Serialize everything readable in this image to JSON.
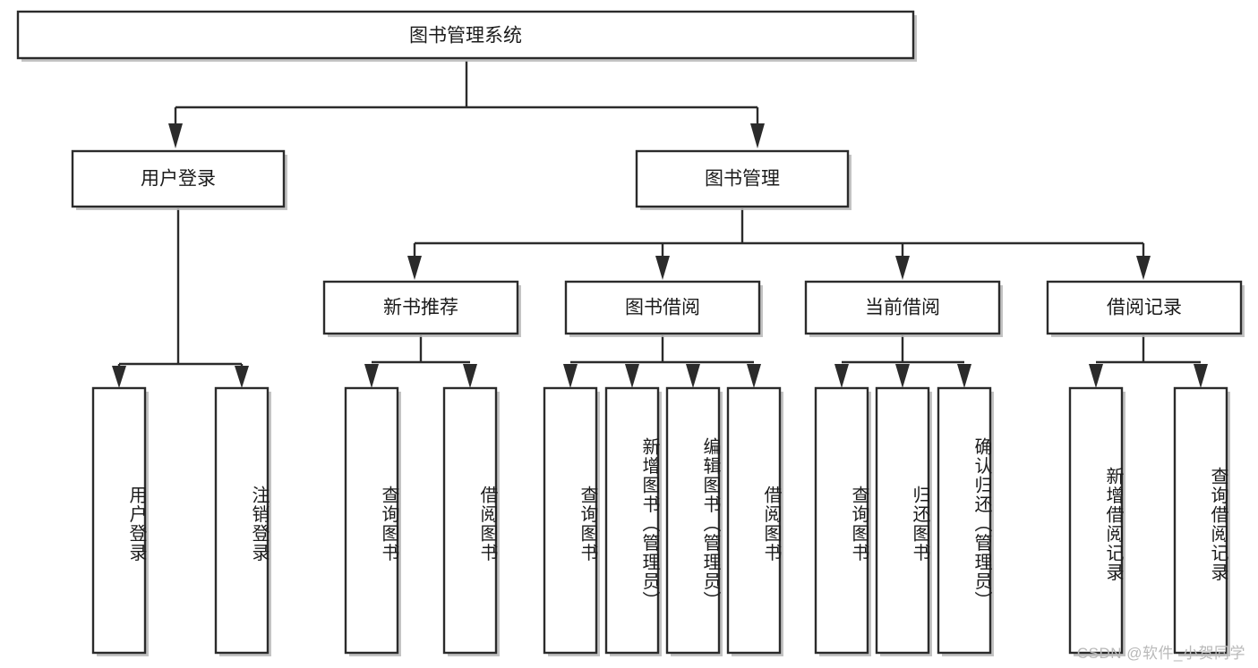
{
  "diagram": {
    "type": "tree",
    "title": "图书管理系统",
    "watermark": "CSDN @软件_小贺同学",
    "root": {
      "id": "root",
      "label": "图书管理系统",
      "orientation": "horizontal"
    },
    "level2": [
      {
        "id": "user-login",
        "label": "用户登录",
        "orientation": "horizontal"
      },
      {
        "id": "book-manage",
        "label": "图书管理",
        "orientation": "horizontal"
      }
    ],
    "level3": [
      {
        "id": "new-book-rec",
        "label": "新书推荐",
        "orientation": "horizontal",
        "parent": "book-manage"
      },
      {
        "id": "book-borrow",
        "label": "图书借阅",
        "orientation": "horizontal",
        "parent": "book-manage"
      },
      {
        "id": "current-borrow",
        "label": "当前借阅",
        "orientation": "horizontal",
        "parent": "book-manage"
      },
      {
        "id": "borrow-record",
        "label": "借阅记录",
        "orientation": "horizontal",
        "parent": "book-manage"
      }
    ],
    "leaves": [
      {
        "id": "leaf-user-login",
        "label": "用户登录",
        "orientation": "vertical",
        "parent": "user-login"
      },
      {
        "id": "leaf-user-logout",
        "label": "注销登录",
        "orientation": "vertical",
        "parent": "user-login"
      },
      {
        "id": "leaf-query-book-1",
        "label": "查询图书",
        "orientation": "vertical",
        "parent": "new-book-rec"
      },
      {
        "id": "leaf-borrow-book-1",
        "label": "借阅图书",
        "orientation": "vertical",
        "parent": "new-book-rec"
      },
      {
        "id": "leaf-query-book-2",
        "label": "查询图书",
        "orientation": "vertical",
        "parent": "book-borrow"
      },
      {
        "id": "leaf-add-book",
        "label": "新增图书（管理员）",
        "orientation": "vertical",
        "parent": "book-borrow"
      },
      {
        "id": "leaf-edit-book",
        "label": "编辑图书（管理员）",
        "orientation": "vertical",
        "parent": "book-borrow"
      },
      {
        "id": "leaf-borrow-book-2",
        "label": "借阅图书",
        "orientation": "vertical",
        "parent": "book-borrow"
      },
      {
        "id": "leaf-query-book-3",
        "label": "查询图书",
        "orientation": "vertical",
        "parent": "current-borrow"
      },
      {
        "id": "leaf-return-book",
        "label": "归还图书",
        "orientation": "vertical",
        "parent": "current-borrow"
      },
      {
        "id": "leaf-confirm-return",
        "label": "确认归还（管理员）",
        "orientation": "vertical",
        "parent": "current-borrow"
      },
      {
        "id": "leaf-add-record",
        "label": "新增借阅记录",
        "orientation": "vertical",
        "parent": "borrow-record"
      },
      {
        "id": "leaf-query-record",
        "label": "查询借阅记录",
        "orientation": "vertical",
        "parent": "borrow-record"
      }
    ],
    "colors": {
      "box_stroke": "#2b2b2b",
      "box_fill": "#ffffff",
      "connector": "#2b2b2b",
      "text": "#1b1b1b",
      "watermark": "#b9b9b9",
      "background": "#ffffff"
    }
  }
}
